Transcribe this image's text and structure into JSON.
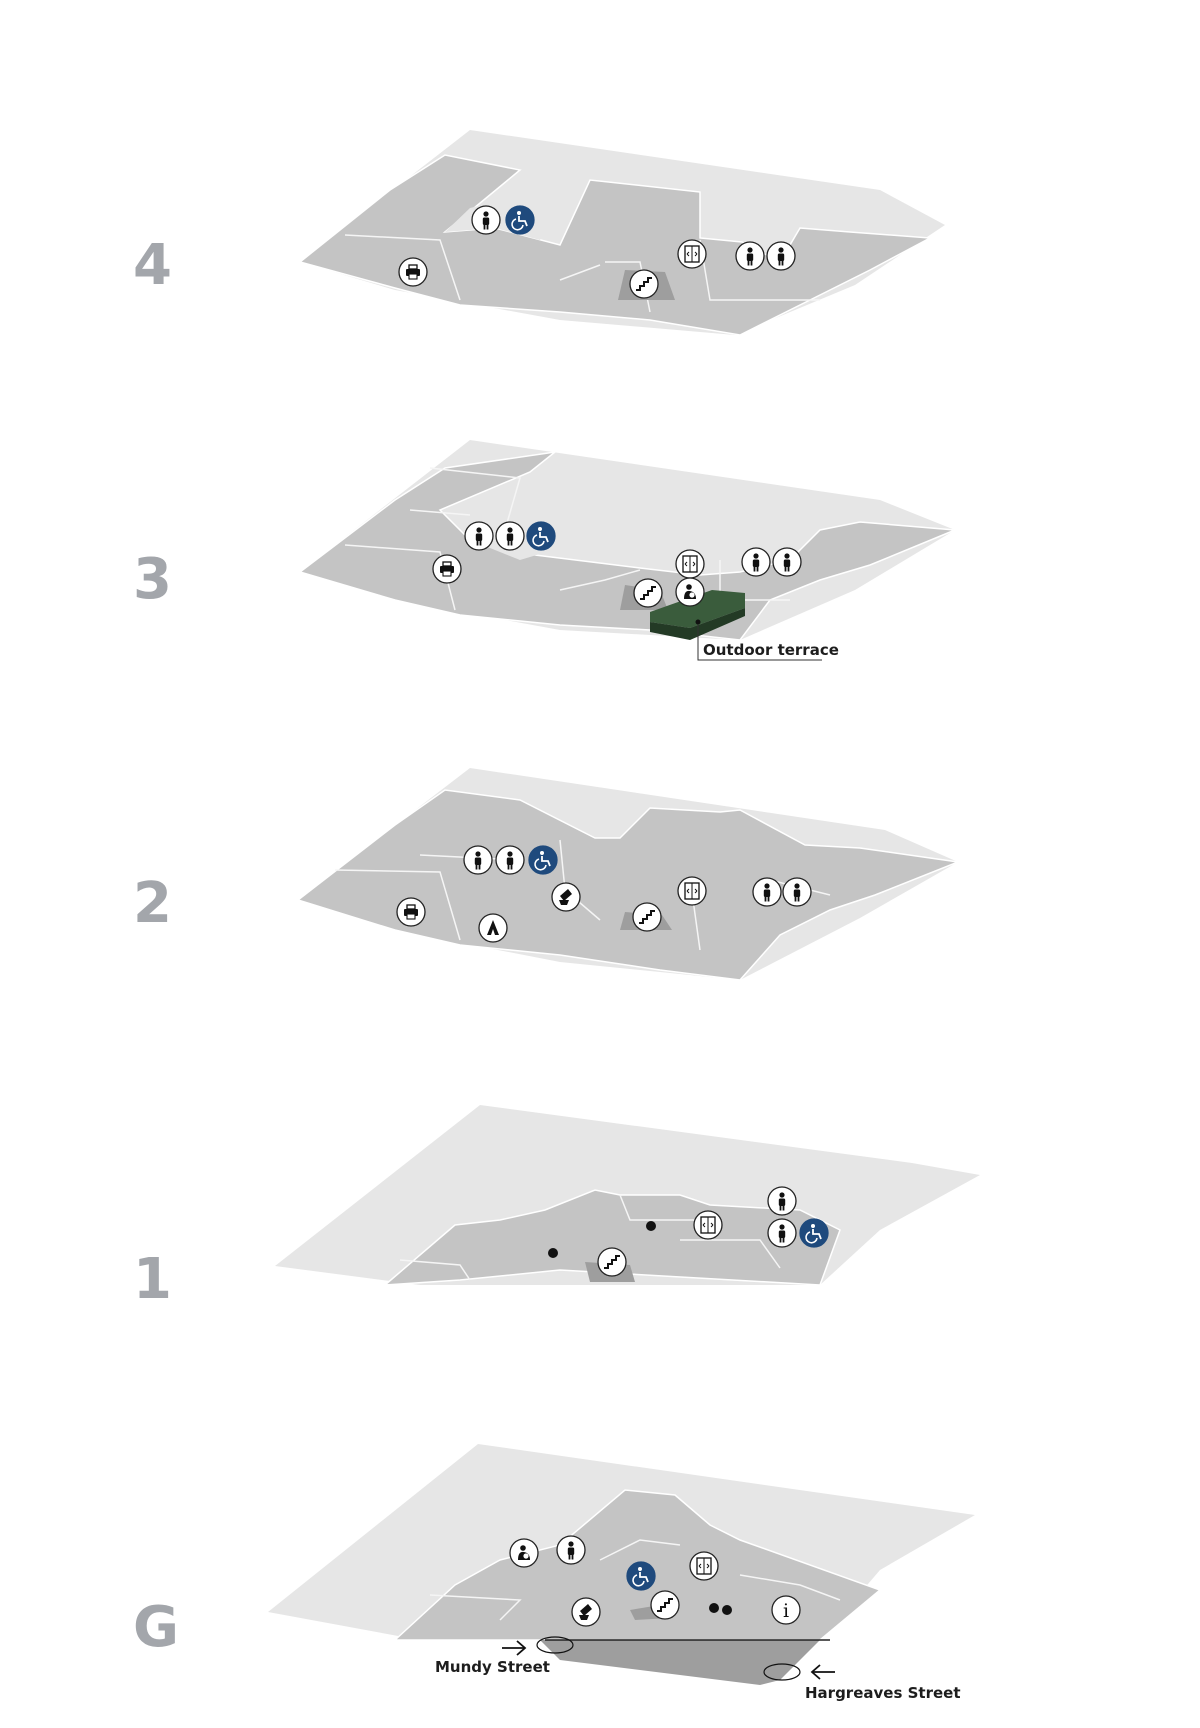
{
  "levels": [
    {
      "id": "4",
      "label": "4"
    },
    {
      "id": "3",
      "label": "3"
    },
    {
      "id": "2",
      "label": "2"
    },
    {
      "id": "1",
      "label": "1"
    },
    {
      "id": "G",
      "label": "G"
    }
  ],
  "annotations": {
    "outdoor_terrace": "Outdoor terrace",
    "mundy_street": "Mundy Street",
    "hargreaves_street": "Hargreaves Street"
  },
  "icons": {
    "toilet": "person-icon",
    "accessible": "wheelchair-icon",
    "printer": "printer-icon",
    "lift": "lift-icon",
    "stairs": "stairs-icon",
    "parent_room": "parent-room-icon",
    "cafe": "cafe-icon",
    "info": "info-icon"
  },
  "info_glyph": "i",
  "colors": {
    "background": "#ffffff",
    "level_number": "#a3a6ab",
    "footprint_light": "#e6e6e6",
    "floor_medium": "#c4c4c4",
    "floor_dark": "#9e9e9e",
    "terrace": "#2e4a30",
    "accessible_blue": "#1f4a7d"
  }
}
